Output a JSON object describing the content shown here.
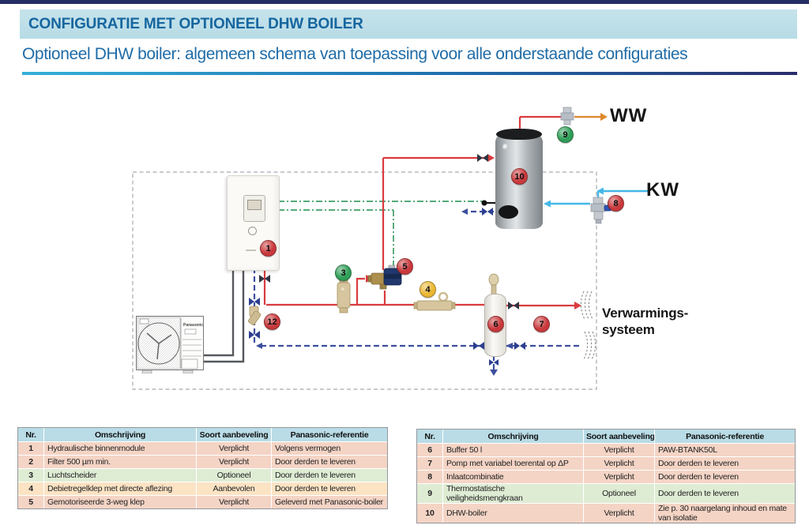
{
  "header": {
    "banner_title": "CONFIGURATIE MET OPTIONEEL DHW BOILER",
    "subtitle": "Optioneel DHW boiler: algemeen schema van toepassing voor alle onderstaande configuraties"
  },
  "diagram": {
    "labels": {
      "ww": "WW",
      "kw": "KW",
      "heating_line1": "Verwarmings-",
      "heating_line2": "systeem"
    },
    "outdoor_brand": "Panasonic",
    "markers": {
      "m1": {
        "label": "1",
        "color": "red"
      },
      "m12": {
        "label": "12",
        "color": "red"
      },
      "m3": {
        "label": "3",
        "color": "green"
      },
      "m5": {
        "label": "5",
        "color": "red"
      },
      "m4": {
        "label": "4",
        "color": "yellow"
      },
      "m6": {
        "label": "6",
        "color": "red"
      },
      "m7": {
        "label": "7",
        "color": "red"
      },
      "m8": {
        "label": "8",
        "color": "red"
      },
      "m9": {
        "label": "9",
        "color": "green"
      },
      "m10": {
        "label": "10",
        "color": "red"
      }
    }
  },
  "tables": {
    "headers": [
      "Nr.",
      "Omschrijving",
      "Soort aanbeveling",
      "Panasonic-referentie"
    ],
    "left": {
      "rows": [
        {
          "nr": "1",
          "omschrijving": "Hydraulische binnenmodule",
          "soort": "Verplicht",
          "referentie": "Volgens vermogen",
          "type": "verplicht"
        },
        {
          "nr": "2",
          "omschrijving": "Filter 500 µm min.",
          "soort": "Verplicht",
          "referentie": "Door derden te leveren",
          "type": "verplicht"
        },
        {
          "nr": "3",
          "omschrijving": "Luchtscheider",
          "soort": "Optioneel",
          "referentie": "Door derden te leveren",
          "type": "optioneel"
        },
        {
          "nr": "4",
          "omschrijving": "Debietregelklep met directe aflezing",
          "soort": "Aanbevolen",
          "referentie": "Door derden te leveren",
          "type": "aanbevolen"
        },
        {
          "nr": "5",
          "omschrijving": "Gemotoriseerde 3-weg klep",
          "soort": "Verplicht",
          "referentie": "Geleverd met Panasonic-boiler",
          "type": "verplicht"
        }
      ]
    },
    "right": {
      "rows": [
        {
          "nr": "6",
          "omschrijving": "Buffer 50 l",
          "soort": "Verplicht",
          "referentie": "PAW-BTANK50L",
          "type": "verplicht"
        },
        {
          "nr": "7",
          "omschrijving": "Pomp met variabel toerental op ΔP",
          "soort": "Verplicht",
          "referentie": "Door derden te leveren",
          "type": "verplicht"
        },
        {
          "nr": "8",
          "omschrijving": "Inlaatcombinatie",
          "soort": "Verplicht",
          "referentie": "Door derden te leveren",
          "type": "verplicht"
        },
        {
          "nr": "9",
          "omschrijving": "Thermostatische veiligheidsmengkraan",
          "soort": "Optioneel",
          "referentie": "Door derden te leveren",
          "type": "optioneel"
        },
        {
          "nr": "10",
          "omschrijving": "DHW-boiler",
          "soort": "Verplicht",
          "referentie": "Zie p. 30 naargelang inhoud en mate van isolatie",
          "type": "verplicht"
        }
      ]
    }
  },
  "colors": {
    "top_strip": "#272e63",
    "banner_bg": "#c1e0e9",
    "title_text": "#16669f",
    "subtitle_text": "#1f6ca7",
    "table_header_bg": "#b9dce6",
    "row_types": {
      "verplicht": "#f4d4c5",
      "optioneel": "#dfecd4",
      "aanbevolen": "#fbe3c4"
    },
    "markers": {
      "red": "#c9393c",
      "green": "#2f9e57",
      "yellow": "#eab733"
    },
    "pipes": {
      "hot": "#d93b3e",
      "dhw_out": "#e0882a",
      "cold": "#45b8e8",
      "return": "#3c4f9e",
      "signal": "#3f9e68"
    }
  }
}
